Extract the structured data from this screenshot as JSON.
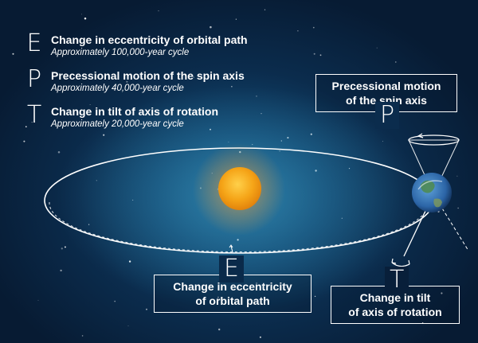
{
  "legend": [
    {
      "letter": "E",
      "title": "Change in eccentricity of orbital path",
      "cycle": "Approximately 100,000-year cycle"
    },
    {
      "letter": "P",
      "title": "Precessional motion of the spin axis",
      "cycle": "Approximately 40,000-year cycle"
    },
    {
      "letter": "T",
      "title": "Change in tilt of axis of rotation",
      "cycle": "Approximately 20,000-year cycle"
    }
  ],
  "labels": {
    "precession": {
      "letter": "P",
      "line1": "Precessional motion",
      "line2": "of the spin axis"
    },
    "eccentricity": {
      "letter": "E",
      "line1": "Change in eccentricity",
      "line2": "of orbital path"
    },
    "tilt": {
      "letter": "T",
      "line1": "Change in tilt",
      "line2": "of axis of rotation"
    }
  },
  "colors": {
    "sun": "#f5a417",
    "earth_ocean": "#2f6fb3",
    "orbit_line": "#ffffff"
  }
}
